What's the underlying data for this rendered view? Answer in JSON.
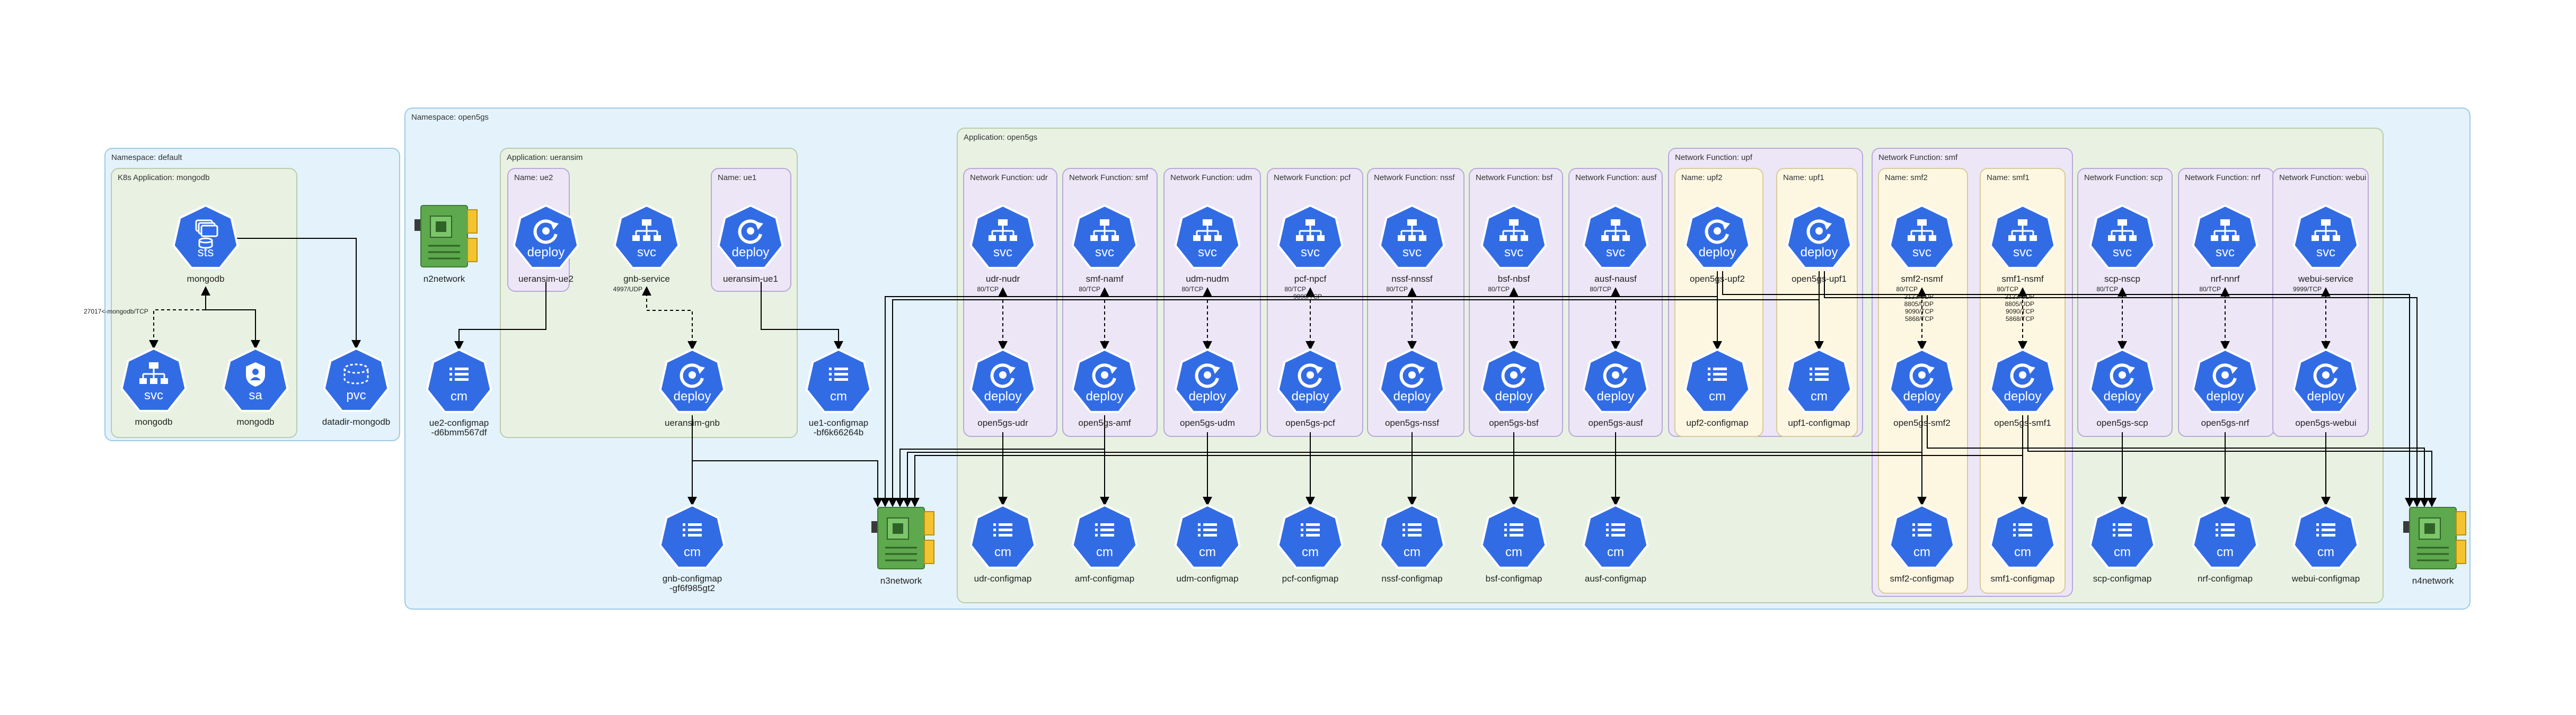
{
  "groups": [
    {
      "id": "ns_default",
      "label": "Namespace: default",
      "kind": "namespace"
    },
    {
      "id": "app_mongodb",
      "label": "K8s Application: mongodb",
      "kind": "app"
    },
    {
      "id": "ns_open5gs",
      "label": "Namespace: open5gs",
      "kind": "namespace"
    },
    {
      "id": "app_ueransim",
      "label": "Application: ueransim",
      "kind": "app"
    },
    {
      "id": "name_ue2",
      "label": "Name: ue2",
      "kind": "nf"
    },
    {
      "id": "name_ue1",
      "label": "Name: ue1",
      "kind": "nf"
    },
    {
      "id": "app_open5gs",
      "label": "Application: open5gs",
      "kind": "app"
    },
    {
      "id": "nf_udr",
      "label": "Network Function: udr",
      "kind": "nf"
    },
    {
      "id": "nf_smf_a",
      "label": "Network Function: smf",
      "kind": "nf"
    },
    {
      "id": "nf_udm",
      "label": "Network Function: udm",
      "kind": "nf"
    },
    {
      "id": "nf_pcf",
      "label": "Network Function: pcf",
      "kind": "nf"
    },
    {
      "id": "nf_nssf",
      "label": "Network Function: nssf",
      "kind": "nf"
    },
    {
      "id": "nf_bsf",
      "label": "Network Function: bsf",
      "kind": "nf"
    },
    {
      "id": "nf_ausf",
      "label": "Network Function: ausf",
      "kind": "nf"
    },
    {
      "id": "nf_upf",
      "label": "Network Function: upf",
      "kind": "nf"
    },
    {
      "id": "name_upf2",
      "label": "Name: upf2",
      "kind": "name"
    },
    {
      "id": "name_upf1",
      "label": "Name: upf1",
      "kind": "name"
    },
    {
      "id": "nf_smf_b",
      "label": "Network Function: smf",
      "kind": "nf"
    },
    {
      "id": "name_smf2",
      "label": "Name: smf2",
      "kind": "name"
    },
    {
      "id": "name_smf1",
      "label": "Name: smf1",
      "kind": "name"
    },
    {
      "id": "nf_scp",
      "label": "Network Function: scp",
      "kind": "nf"
    },
    {
      "id": "nf_nrf",
      "label": "Network Function: nrf",
      "kind": "nf"
    },
    {
      "id": "nf_webui",
      "label": "Network Function: webui",
      "kind": "nf"
    }
  ],
  "nodes": [
    {
      "id": "sts_mongodb",
      "icon": "sts",
      "label": "mongodb"
    },
    {
      "id": "svc_mongodb",
      "icon": "svc",
      "label": "mongodb"
    },
    {
      "id": "sa_mongodb",
      "icon": "sa",
      "label": "mongodb"
    },
    {
      "id": "pvc_mongodb",
      "icon": "pvc",
      "label": "datadir-mongodb"
    },
    {
      "id": "n2network",
      "icon": "network",
      "label": "n2network"
    },
    {
      "id": "ue2_cm",
      "icon": "cm",
      "label": "ue2-configmap\n-d6bmm567df"
    },
    {
      "id": "ueransim_ue2",
      "icon": "deploy",
      "label": "ueransim-ue2"
    },
    {
      "id": "gnb_service",
      "icon": "svc",
      "label": "gnb-service"
    },
    {
      "id": "ueransim_gnb",
      "icon": "deploy",
      "label": "ueransim-gnb"
    },
    {
      "id": "gnb_cm",
      "icon": "cm",
      "label": "gnb-configmap\n-gf6f985gt2"
    },
    {
      "id": "ueransim_ue1",
      "icon": "deploy",
      "label": "ueransim-ue1"
    },
    {
      "id": "ue1_cm",
      "icon": "cm",
      "label": "ue1-configmap\n-bf6k66264b"
    },
    {
      "id": "n3network",
      "icon": "network",
      "label": "n3network"
    },
    {
      "id": "udr_svc",
      "icon": "svc",
      "label": "udr-nudr"
    },
    {
      "id": "udr_dep",
      "icon": "deploy",
      "label": "open5gs-udr"
    },
    {
      "id": "udr_cm",
      "icon": "cm",
      "label": "udr-configmap"
    },
    {
      "id": "amf_svc",
      "icon": "svc",
      "label": "smf-namf"
    },
    {
      "id": "amf_dep",
      "icon": "deploy",
      "label": "open5gs-amf"
    },
    {
      "id": "amf_cm",
      "icon": "cm",
      "label": "amf-configmap"
    },
    {
      "id": "udm_svc",
      "icon": "svc",
      "label": "udm-nudm"
    },
    {
      "id": "udm_dep",
      "icon": "deploy",
      "label": "open5gs-udm"
    },
    {
      "id": "udm_cm",
      "icon": "cm",
      "label": "udm-configmap"
    },
    {
      "id": "pcf_svc",
      "icon": "svc",
      "label": "pcf-npcf"
    },
    {
      "id": "pcf_dep",
      "icon": "deploy",
      "label": "open5gs-pcf"
    },
    {
      "id": "pcf_cm",
      "icon": "cm",
      "label": "pcf-configmap"
    },
    {
      "id": "nssf_svc",
      "icon": "svc",
      "label": "nssf-nnssf"
    },
    {
      "id": "nssf_dep",
      "icon": "deploy",
      "label": "open5gs-nssf"
    },
    {
      "id": "nssf_cm",
      "icon": "cm",
      "label": "nssf-configmap"
    },
    {
      "id": "bsf_svc",
      "icon": "svc",
      "label": "bsf-nbsf"
    },
    {
      "id": "bsf_dep",
      "icon": "deploy",
      "label": "open5gs-bsf"
    },
    {
      "id": "bsf_cm",
      "icon": "cm",
      "label": "bsf-configmap"
    },
    {
      "id": "ausf_svc",
      "icon": "svc",
      "label": "ausf-nausf"
    },
    {
      "id": "ausf_dep",
      "icon": "deploy",
      "label": "open5gs-ausf"
    },
    {
      "id": "ausf_cm",
      "icon": "cm",
      "label": "ausf-configmap"
    },
    {
      "id": "upf2_dep",
      "icon": "deploy",
      "label": "open5gs-upf2"
    },
    {
      "id": "upf2_cm",
      "icon": "cm",
      "label": "upf2-configmap"
    },
    {
      "id": "upf1_dep",
      "icon": "deploy",
      "label": "open5gs-upf1"
    },
    {
      "id": "upf1_cm",
      "icon": "cm",
      "label": "upf1-configmap"
    },
    {
      "id": "smf2_svc",
      "icon": "svc",
      "label": "smf2-nsmf"
    },
    {
      "id": "smf2_dep",
      "icon": "deploy",
      "label": "open5gs-smf2"
    },
    {
      "id": "smf2_cm",
      "icon": "cm",
      "label": "smf2-configmap"
    },
    {
      "id": "smf1_svc",
      "icon": "svc",
      "label": "smf1-nsmf"
    },
    {
      "id": "smf1_dep",
      "icon": "deploy",
      "label": "open5gs-smf1"
    },
    {
      "id": "smf1_cm",
      "icon": "cm",
      "label": "smf1-configmap"
    },
    {
      "id": "scp_svc",
      "icon": "svc",
      "label": "scp-nscp"
    },
    {
      "id": "scp_dep",
      "icon": "deploy",
      "label": "open5gs-scp"
    },
    {
      "id": "scp_cm",
      "icon": "cm",
      "label": "scp-configmap"
    },
    {
      "id": "nrf_svc",
      "icon": "svc",
      "label": "nrf-nnrf"
    },
    {
      "id": "nrf_dep",
      "icon": "deploy",
      "label": "open5gs-nrf"
    },
    {
      "id": "nrf_cm",
      "icon": "cm",
      "label": "nrf-configmap"
    },
    {
      "id": "webui_svc",
      "icon": "svc",
      "label": "webui-service"
    },
    {
      "id": "webui_dep",
      "icon": "deploy",
      "label": "open5gs-webui"
    },
    {
      "id": "webui_cm",
      "icon": "cm",
      "label": "webui-configmap"
    },
    {
      "id": "n4network",
      "icon": "network",
      "label": "n4network"
    }
  ],
  "edges": [
    {
      "from": "sts_mongodb",
      "to": "svc_mongodb",
      "dashed": true,
      "label": "27017<-mongodb/TCP"
    },
    {
      "from": "sts_mongodb",
      "to": "sa_mongodb",
      "dashed": false,
      "label": ""
    },
    {
      "from": "sts_mongodb",
      "to": "pvc_mongodb",
      "dashed": false,
      "label": ""
    },
    {
      "from": "ueransim_ue2",
      "to": "ue2_cm",
      "dashed": false,
      "label": ""
    },
    {
      "from": "gnb_service",
      "to": "ueransim_gnb",
      "dashed": true,
      "label": "4997/UDP"
    },
    {
      "from": "ueransim_ue1",
      "to": "ue1_cm",
      "dashed": false,
      "label": ""
    },
    {
      "from": "ueransim_gnb",
      "to": "gnb_cm",
      "dashed": false,
      "label": ""
    },
    {
      "from": "ueransim_gnb",
      "to": "n3network",
      "dashed": false,
      "label": ""
    },
    {
      "from": "udr_svc",
      "to": "udr_dep",
      "dashed": true,
      "label": "80/TCP"
    },
    {
      "from": "amf_svc",
      "to": "amf_dep",
      "dashed": true,
      "label": "80/TCP"
    },
    {
      "from": "udm_svc",
      "to": "udm_dep",
      "dashed": true,
      "label": "80/TCP"
    },
    {
      "from": "pcf_svc",
      "to": "pcf_dep",
      "dashed": true,
      "label": "80/TCP\n9090/TCP"
    },
    {
      "from": "nssf_svc",
      "to": "nssf_dep",
      "dashed": true,
      "label": "80/TCP"
    },
    {
      "from": "bsf_svc",
      "to": "bsf_dep",
      "dashed": true,
      "label": "80/TCP"
    },
    {
      "from": "ausf_svc",
      "to": "ausf_dep",
      "dashed": true,
      "label": "80/TCP"
    },
    {
      "from": "smf2_svc",
      "to": "smf2_dep",
      "dashed": true,
      "label": "80/TCP\n2123/UDP\n8805/UDP\n9090/TCP\n5868/TCP"
    },
    {
      "from": "smf1_svc",
      "to": "smf1_dep",
      "dashed": true,
      "label": "80/TCP\n2123/UDP\n8805/UDP\n9090/TCP\n5868/TCP"
    },
    {
      "from": "scp_svc",
      "to": "scp_dep",
      "dashed": true,
      "label": "80/TCP"
    },
    {
      "from": "nrf_svc",
      "to": "nrf_dep",
      "dashed": true,
      "label": "80/TCP"
    },
    {
      "from": "webui_svc",
      "to": "webui_dep",
      "dashed": true,
      "label": "9999/TCP"
    },
    {
      "from": "udr_dep",
      "to": "udr_cm",
      "dashed": false,
      "label": ""
    },
    {
      "from": "amf_dep",
      "to": "amf_cm",
      "dashed": false,
      "label": ""
    },
    {
      "from": "udm_dep",
      "to": "udm_cm",
      "dashed": false,
      "label": ""
    },
    {
      "from": "pcf_dep",
      "to": "pcf_cm",
      "dashed": false,
      "label": ""
    },
    {
      "from": "nssf_dep",
      "to": "nssf_cm",
      "dashed": false,
      "label": ""
    },
    {
      "from": "bsf_dep",
      "to": "bsf_cm",
      "dashed": false,
      "label": ""
    },
    {
      "from": "ausf_dep",
      "to": "ausf_cm",
      "dashed": false,
      "label": ""
    },
    {
      "from": "upf2_dep",
      "to": "upf2_cm",
      "dashed": false,
      "label": ""
    },
    {
      "from": "upf1_dep",
      "to": "upf1_cm",
      "dashed": false,
      "label": ""
    },
    {
      "from": "smf2_dep",
      "to": "smf2_cm",
      "dashed": false,
      "label": ""
    },
    {
      "from": "smf1_dep",
      "to": "smf1_cm",
      "dashed": false,
      "label": ""
    },
    {
      "from": "scp_dep",
      "to": "scp_cm",
      "dashed": false,
      "label": ""
    },
    {
      "from": "nrf_dep",
      "to": "nrf_cm",
      "dashed": false,
      "label": ""
    },
    {
      "from": "webui_dep",
      "to": "webui_cm",
      "dashed": false,
      "label": ""
    },
    {
      "from": "upf2_dep",
      "to": "n3network",
      "dashed": false,
      "label": ""
    },
    {
      "from": "upf1_dep",
      "to": "n3network",
      "dashed": false,
      "label": ""
    },
    {
      "from": "amf_dep",
      "to": "n3network",
      "dashed": false,
      "label": ""
    },
    {
      "from": "smf2_dep",
      "to": "n3network",
      "dashed": false,
      "label": ""
    },
    {
      "from": "smf1_dep",
      "to": "n3network",
      "dashed": false,
      "label": ""
    },
    {
      "from": "upf2_dep",
      "to": "n4network",
      "dashed": false,
      "label": ""
    },
    {
      "from": "upf1_dep",
      "to": "n4network",
      "dashed": false,
      "label": ""
    },
    {
      "from": "smf2_dep",
      "to": "n4network",
      "dashed": false,
      "label": ""
    },
    {
      "from": "smf1_dep",
      "to": "n4network",
      "dashed": false,
      "label": ""
    }
  ],
  "colors": {
    "namespace_fill": "#e3f2fb",
    "namespace_stroke": "#9ccbe6",
    "app_fill": "#e9f2e2",
    "app_stroke": "#b9ccac",
    "nf_fill": "#ece6f6",
    "nf_stroke": "#b9a8d9",
    "name_fill": "#fdf7e2",
    "name_stroke": "#d8cc99",
    "k8s_blue": "#326ce5",
    "network_green": "#5ea84d",
    "network_yellow": "#f4c430"
  }
}
